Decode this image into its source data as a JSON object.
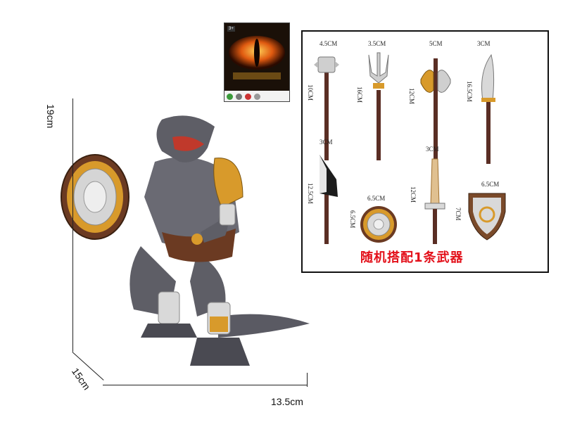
{
  "dimensions": {
    "height": "19cm",
    "depth": "15cm",
    "width": "13.5cm"
  },
  "package_card": {
    "badge": "3+"
  },
  "weapons": {
    "caption": "随机搭配1条武器",
    "items": [
      {
        "name": "mace",
        "width": "4.5CM",
        "length": "10CM"
      },
      {
        "name": "trident",
        "width": "3.5CM",
        "length": "16CM"
      },
      {
        "name": "battle-axe",
        "width": "5CM",
        "length": "12CM"
      },
      {
        "name": "curved-blade",
        "width": "3CM",
        "length": "16.5CM"
      },
      {
        "name": "cleaver",
        "width": "3CM",
        "length": "12.5CM"
      },
      {
        "name": "round-shield",
        "width": "6.5CM",
        "length": "6.5CM"
      },
      {
        "name": "sword",
        "width": "3CM",
        "length": "12CM"
      },
      {
        "name": "kite-shield",
        "width": "6.5CM",
        "length": "7CM"
      }
    ]
  },
  "colors": {
    "caption": "#e3101a",
    "armor_gold": "#d89a2b",
    "dino_gray": "#5e5e66"
  }
}
